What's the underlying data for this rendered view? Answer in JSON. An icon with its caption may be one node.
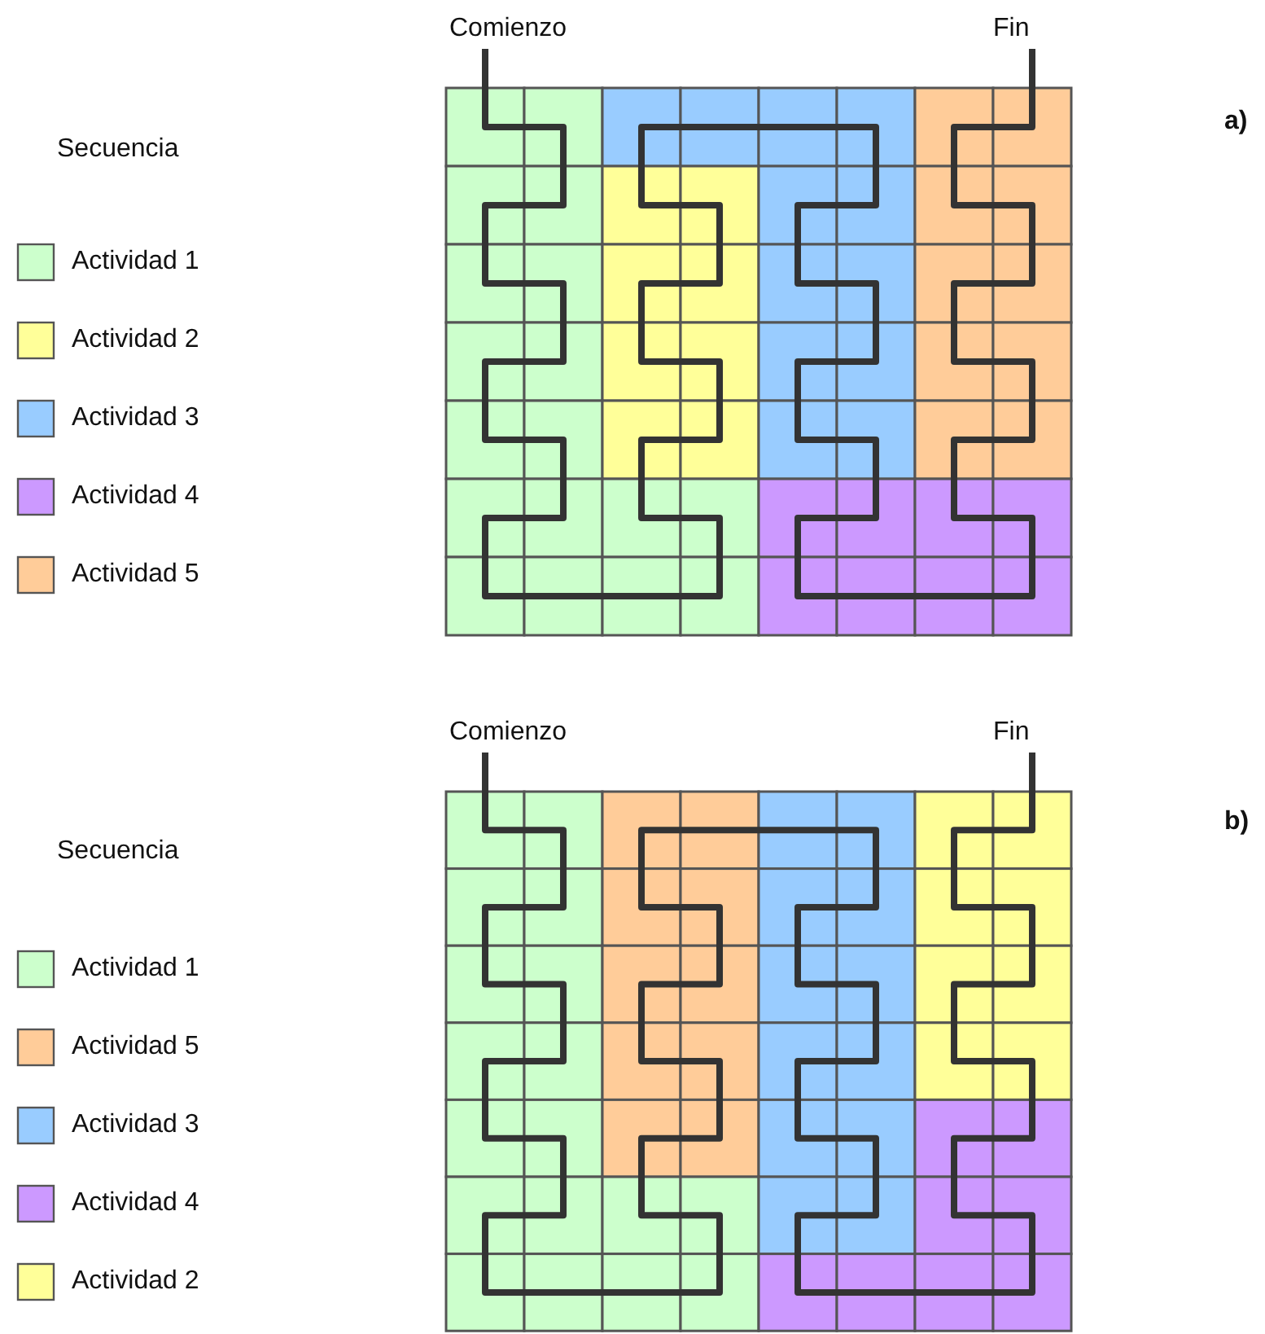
{
  "diagram": {
    "nodes": [
      {
        "text": [
          "Comienzo"
        ]
      },
      {
        "text": [
          "Fin"
        ]
      },
      {
        "text": [
          "Comienzo"
        ]
      },
      {
        "text": [
          "Fin"
        ]
      }
    ],
    "edges": [
      {
        "from": 0,
        "to": 1,
        "arrow": "none",
        "color": "#333333"
      },
      {
        "from": 2,
        "to": 3,
        "arrow": "none",
        "color": "#333333"
      }
    ],
    "labels": [
      "Secuencia",
      "a)",
      "Secuencia",
      "b)"
    ],
    "legend": [
      {
        "text": "Actividad 1",
        "color": "#ccffcc"
      },
      {
        "text": "Actividad 2",
        "color": "#ffff99"
      },
      {
        "text": "Actividad 3",
        "color": "#99ccff"
      },
      {
        "text": "Actividad 4",
        "color": "#cc99ff"
      },
      {
        "text": "Actividad 5",
        "color": "#ffcc99"
      },
      {
        "text": "Actividad 1",
        "color": "#ccffcc"
      },
      {
        "text": "Actividad 5",
        "color": "#ffcc99"
      },
      {
        "text": "Actividad 3",
        "color": "#99ccff"
      },
      {
        "text": "Actividad 4",
        "color": "#cc99ff"
      },
      {
        "text": "Actividad 2",
        "color": "#ffff99"
      }
    ]
  }
}
